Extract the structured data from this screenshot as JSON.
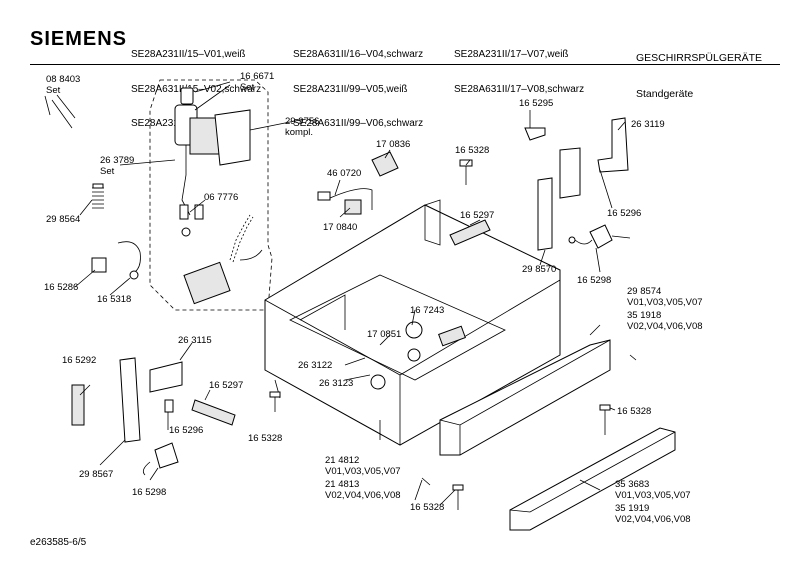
{
  "header": {
    "brand": "SIEMENS",
    "models_col1": [
      "SE28A231II/15–V01,weiß",
      "SE28A631II/15–V02,schwarz",
      "SE28A231II/16–V03,weiß"
    ],
    "models_col2": [
      "SE28A631II/16–V04,schwarz",
      "SE28A231II/99–V05,weiß",
      "SE28A631II/99–V06,schwarz"
    ],
    "models_col3": [
      "SE28A231II/17–V07,weiß",
      "SE28A631II/17–V08,schwarz"
    ],
    "category": [
      "GESCHIRRSPÜLGERÄTE",
      "Standgeräte"
    ]
  },
  "footer": {
    "doc_id": "e263585-6/5"
  },
  "labels": {
    "l_088403": "08 8403",
    "l_set1": "Set",
    "l_166671": "16 6671",
    "l_set2": "Set",
    "l_299756": "29 9756",
    "l_kompl": "kompl.",
    "l_263789": "26 3789",
    "l_set3": "Set",
    "l_298564": "29 8564",
    "l_067776": "06 7776",
    "l_165286": "16 5286",
    "l_165318": "16 5318",
    "l_170836": "17 0836",
    "l_460720": "46 0720",
    "l_170840": "17 0840",
    "l_165328a": "16 5328",
    "l_165295": "16 5295",
    "l_263119": "26 3119",
    "l_165296a": "16 5296",
    "l_165297a": "16 5297",
    "l_298570": "29 8570",
    "l_165298a": "16 5298",
    "l_298574": "29 8574",
    "l_v_odd1": "V01,V03,V05,V07",
    "l_351918": "35 1918",
    "l_v_even1": "V02,V04,V06,V08",
    "l_167243": "16 7243",
    "l_170851": "17 0851",
    "l_263122": "26 3122",
    "l_263123": "26 3123",
    "l_165292": "16 5292",
    "l_263115": "26 3115",
    "l_165297b": "16 5297",
    "l_165296b": "16 5296",
    "l_298567": "29 8567",
    "l_165298b": "16 5298",
    "l_165328b": "16 5328",
    "l_214812": "21 4812",
    "l_v_odd2": "V01,V03,V05,V07",
    "l_214813": "21 4813",
    "l_v_even2": "V02,V04,V06,V08",
    "l_165328c": "16 5328",
    "l_165328d": "16 5328",
    "l_353683": "35 3683",
    "l_v_odd3": "V01,V03,V05,V07",
    "l_351919": "35 1919",
    "l_v_even3": "V02,V04,V06,V08"
  }
}
